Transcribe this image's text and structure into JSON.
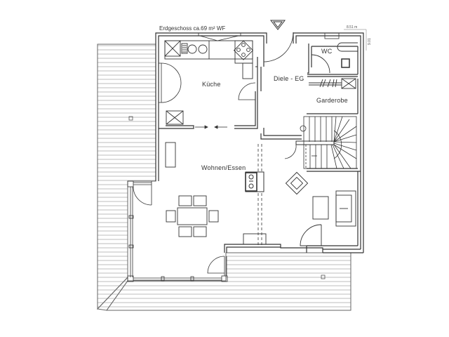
{
  "plan": {
    "title": "Erdgeschoss ca.69 m² WF",
    "dimension_width": "8.51 m",
    "dimension_depth": "9.01",
    "colors": {
      "line": "#333333",
      "hatch": "#bbbbbb",
      "background": "#ffffff"
    }
  },
  "rooms": [
    {
      "id": "kueche",
      "label": "Küche"
    },
    {
      "id": "diele",
      "label": "Diele - EG"
    },
    {
      "id": "wc",
      "label": "WC"
    },
    {
      "id": "garderobe",
      "label": "Garderobe"
    },
    {
      "id": "wohnen",
      "label": "Wohnen/Essen"
    }
  ],
  "symbols": {
    "entrance": "entrance-triangle-icon",
    "terrace_left": "wooden-terrace-left",
    "terrace_bottom": "wooden-terrace-bottom",
    "staircase": "staircase",
    "dining_table": "dining-table-with-6-chairs",
    "stove": "fireplace-stove",
    "cooktop": "cooktop-4-burners",
    "sink": "double-sink",
    "armchair": "armchair",
    "sofa": "sofa",
    "coffee_table": "coffee-table"
  }
}
